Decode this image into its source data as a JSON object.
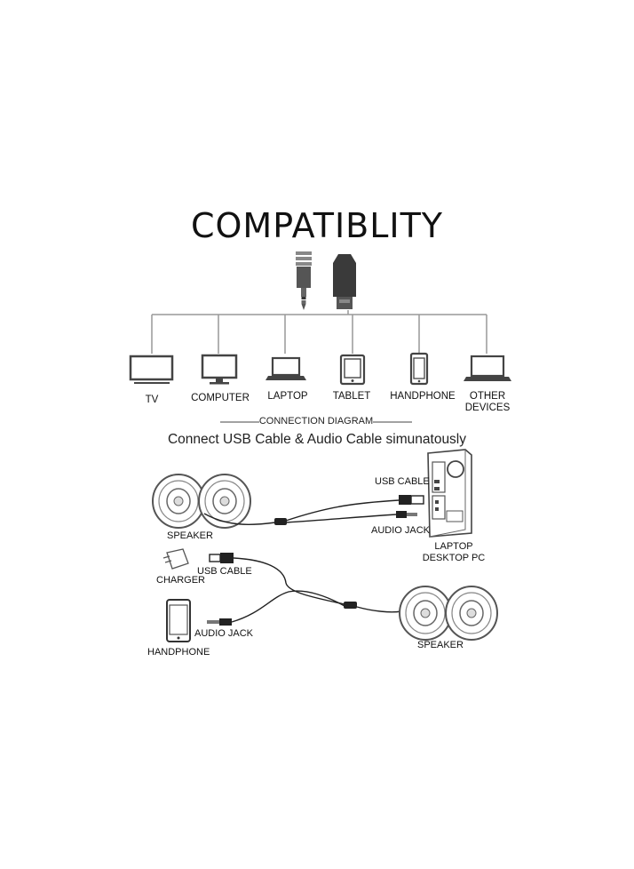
{
  "title": "COMPATIBLITY",
  "devices": [
    {
      "label": "TV",
      "icon": "tv-icon"
    },
    {
      "label": "COMPUTER",
      "icon": "monitor-icon"
    },
    {
      "label": "LAPTOP",
      "icon": "laptop-icon"
    },
    {
      "label": "TABLET",
      "icon": "tablet-icon"
    },
    {
      "label": "HANDPHONE",
      "icon": "phone-icon"
    },
    {
      "label": "OTHER\nDEVICES",
      "icon": "other-laptop-icon"
    }
  ],
  "connection": {
    "heading": "CONNECTION DIAGRAM",
    "subtitle": "Connect USB Cable & Audio Cable simunatously"
  },
  "diagram_labels": {
    "usb_cable_top": "USB CABLE",
    "audio_jack_top": "AUDIO JACK",
    "speaker_top": "SPEAKER",
    "laptop_desktop": "LAPTOP\nDESKTOP PC",
    "charger": "CHARGER",
    "usb_cable_bottom": "USB CABLE",
    "audio_jack_bottom": "AUDIO JACK",
    "handphone": "HANDPHONE",
    "speaker_bottom": "SPEAKER"
  }
}
